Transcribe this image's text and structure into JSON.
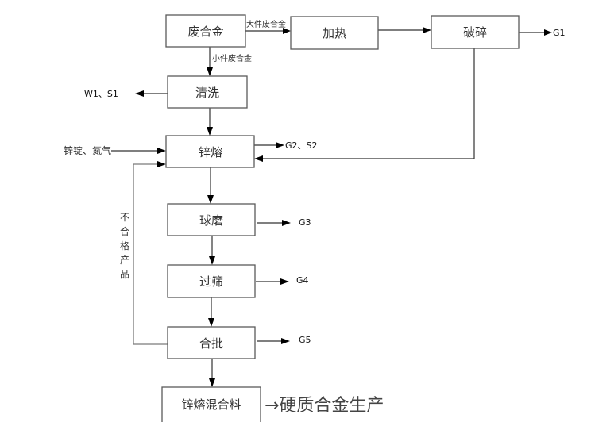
{
  "diagram": {
    "type": "process-flow",
    "nodes": {
      "scrap_alloy": "废合金",
      "heating": "加热",
      "crushing": "破碎",
      "washing": "清洗",
      "zinc_melt": "锌熔",
      "ball_mill": "球磨",
      "sieving": "过筛",
      "batching": "合批",
      "zinc_melt_mix": "锌熔混合料"
    },
    "edge_labels": {
      "large_scrap": "大件废合金",
      "small_scrap": "小件废合金",
      "unqualified_product": "不合格产品"
    },
    "inputs": {
      "zinc_ingot_nitrogen": "锌锭、氮气"
    },
    "emissions": {
      "g1": "G1",
      "w1_s1": "W1、S1",
      "g2_s2": "G2、S2",
      "g3": "G3",
      "g4": "G4",
      "g5": "G5"
    },
    "final_destination": "→硬质合金生产",
    "unqualified_label_chars": [
      "不",
      "合",
      "格",
      "产",
      "品"
    ]
  }
}
